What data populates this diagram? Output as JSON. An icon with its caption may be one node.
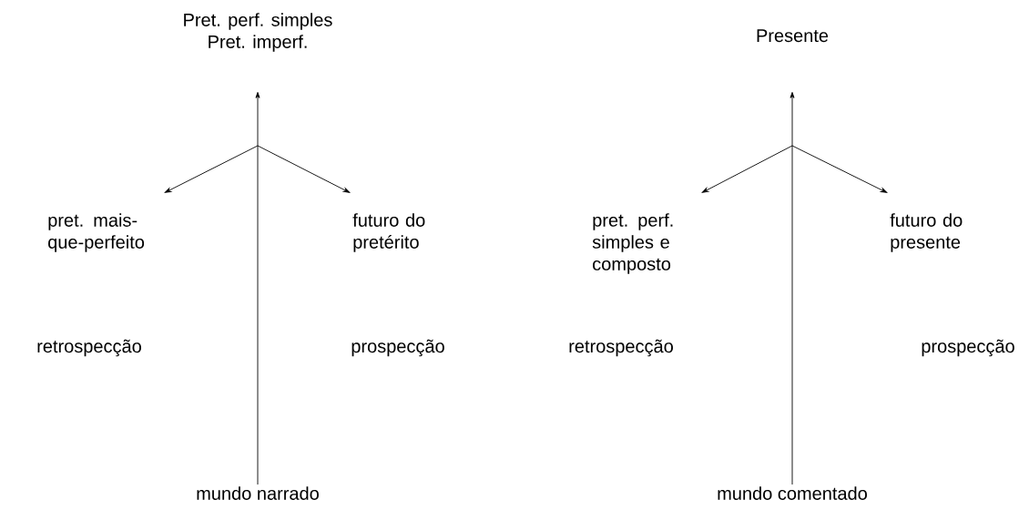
{
  "diagram": {
    "nodes": [
      {
        "text": [
          "Pret. perf. simples",
          "Pret. imperf."
        ]
      },
      {
        "text": [
          "pret. mais-que-perfeito"
        ]
      },
      {
        "text": [
          "futuro do pretérito"
        ]
      },
      {
        "text": [
          "mundo narrado"
        ]
      },
      {
        "text": [
          "Presente"
        ]
      },
      {
        "text": [
          "pret. perf. simples e composto"
        ]
      },
      {
        "text": [
          "futuro do presente"
        ]
      },
      {
        "text": [
          "mundo comentado"
        ]
      }
    ],
    "edges": [
      {
        "from": 3,
        "to": 0,
        "arrow": "to"
      },
      {
        "from": null,
        "to": 1,
        "arrow": "to"
      },
      {
        "from": null,
        "to": 2,
        "arrow": "to"
      },
      {
        "from": 7,
        "to": 4,
        "arrow": "to"
      },
      {
        "from": null,
        "to": 5,
        "arrow": "to"
      },
      {
        "from": null,
        "to": 6,
        "arrow": "to"
      }
    ],
    "labels": [
      "retrospecção",
      "prospecção",
      "retrospecção",
      "prospecção"
    ]
  }
}
